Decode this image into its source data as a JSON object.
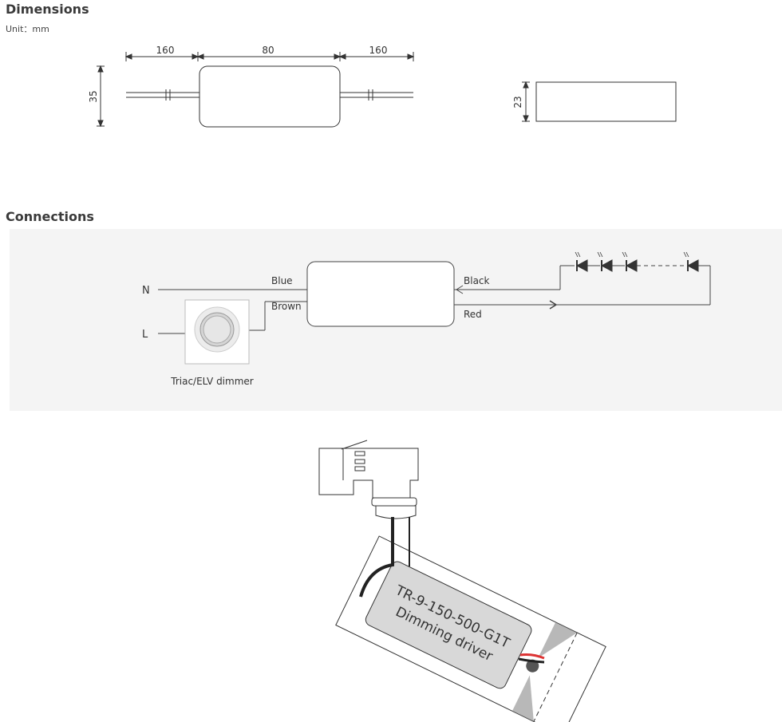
{
  "dimensions": {
    "title": "Dimensions",
    "unit": "Unit：mm",
    "labels": {
      "left_cable": "160",
      "body_length": "80",
      "right_cable": "160",
      "height": "35",
      "depth": "23"
    }
  },
  "connections": {
    "title": "Connections",
    "labels": {
      "n": "N",
      "l": "L",
      "blue": "Blue",
      "brown": "Brown",
      "black": "Black",
      "red": "Red",
      "dimmer": "Triac/ELV dimmer"
    }
  },
  "product": {
    "line1": "TR-9-150-500-G1T",
    "line2": "Dimming driver"
  }
}
